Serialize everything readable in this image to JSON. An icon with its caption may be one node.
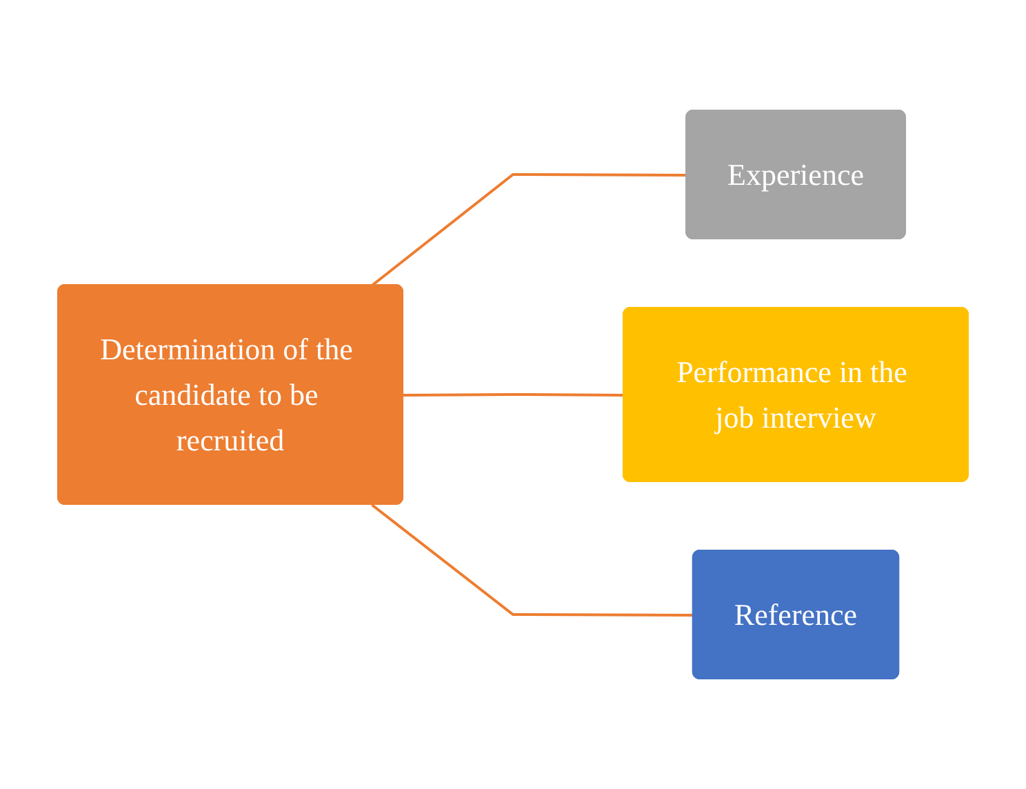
{
  "diagram": {
    "nodes": [
      {
        "text": [
          "Determination of the candidate to be recruited"
        ]
      },
      {
        "text": [
          "Experience"
        ]
      },
      {
        "text": [
          "Performance in the job interview"
        ]
      },
      {
        "text": [
          "Reference"
        ]
      }
    ],
    "edges": [
      {
        "from": 0,
        "to": 1,
        "arrow": "none"
      },
      {
        "from": 0,
        "to": 2,
        "arrow": "none"
      },
      {
        "from": 0,
        "to": 3,
        "arrow": "none"
      }
    ]
  }
}
